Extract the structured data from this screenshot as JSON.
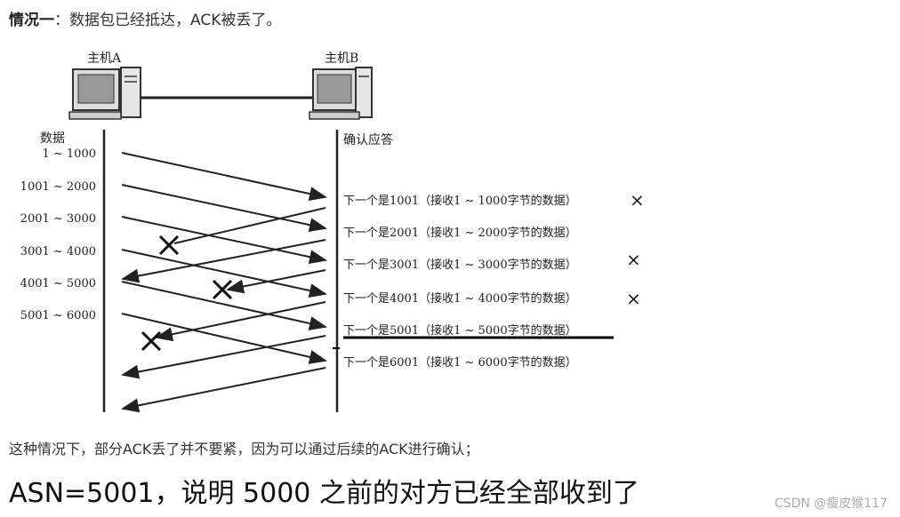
{
  "title": {
    "bold": "情况一",
    "rest": "：数据包已经抵达，ACK被丢了。"
  },
  "diagram": {
    "host_a": "主机A",
    "host_b": "主机B",
    "left_header": "数据",
    "right_header": "确认应答",
    "segments": [
      "1 ~ 1000",
      "1001 ~ 2000",
      "2001 ~ 3000",
      "3001 ~ 4000",
      "4001 ~ 5000",
      "5001 ~ 6000"
    ],
    "acks": [
      "下一个是1001（接收1 ~ 1000字节的数据）",
      "下一个是2001（接收1 ~ 2000字节的数据）",
      "下一个是3001（接收1 ~ 3000字节的数据）",
      "下一个是4001（接收1 ~ 4000字节的数据）",
      "下一个是5001（接收1 ~ 5000字节的数据）",
      "下一个是6001（接收1 ~ 6000字节的数据）"
    ],
    "lost_mark": "×"
  },
  "note": "这种情况下，部分ACK丢了并不要紧，因为可以通过后续的ACK进行确认；",
  "big_note": "ASN=5001，说明 5000 之前的对方已经全部收到了",
  "watermark": "CSDN @瘦皮猴117"
}
